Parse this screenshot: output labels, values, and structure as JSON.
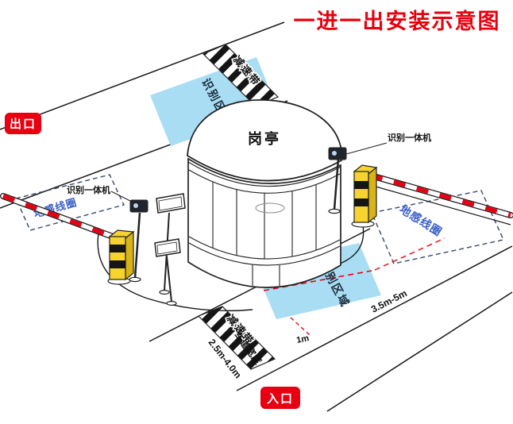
{
  "title": "一进一出安装示意图",
  "signs": {
    "exit": "出口",
    "entrance": "入口"
  },
  "booth": {
    "label": "岗亭"
  },
  "exit_lane": {
    "speed_bump": "减速带",
    "recognition_area": "识别区域",
    "coil": "地感线圈",
    "camera": "识别一体机"
  },
  "entry_lane": {
    "speed_bump": "减速带",
    "recognition_area": "识别区域",
    "coil": "地感线圈",
    "camera": "识别一体机",
    "dim_gate_to_coil": "3.5m-5m",
    "dim_area_gap": "1m",
    "lane_width_label": "车道宽度",
    "lane_width_value": "2.5m-4.0m"
  },
  "colors": {
    "accent_red": "#e60012",
    "area_blue": "#a8ddf3",
    "cabinet_yellow": "#f6d32d",
    "coil_text_blue": "#3a5fc8",
    "stripe_dark": "#151515"
  }
}
